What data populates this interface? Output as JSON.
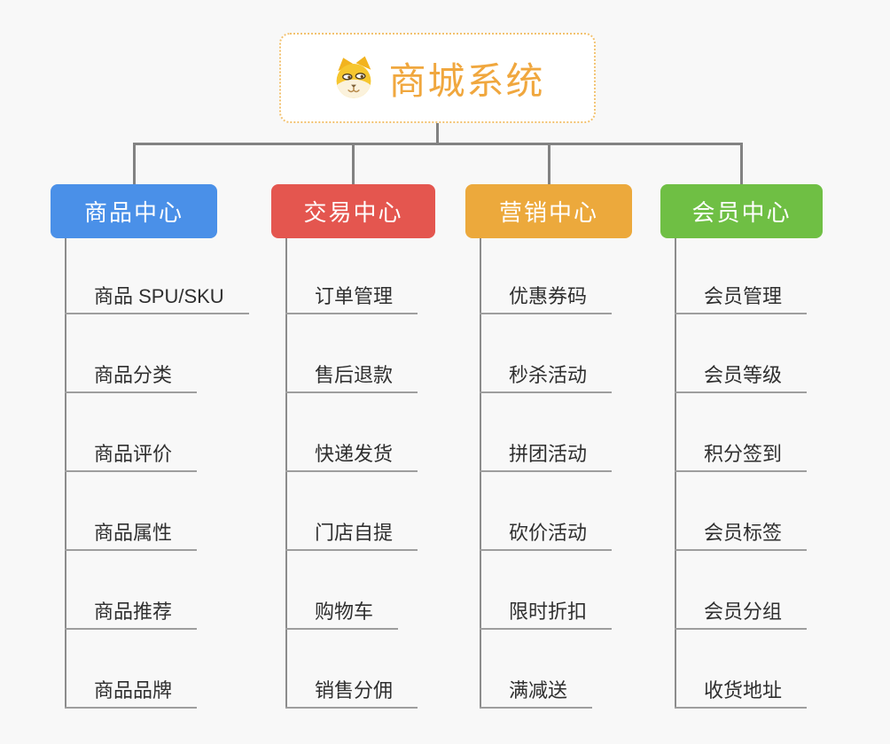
{
  "root": {
    "label": "商城系统",
    "icon": "dog-face-icon"
  },
  "branches": [
    {
      "id": "product-center",
      "label": "商品中心",
      "color": "#4A90E8",
      "children": [
        "商品 SPU/SKU",
        "商品分类",
        "商品评价",
        "商品属性",
        "商品推荐",
        "商品品牌"
      ]
    },
    {
      "id": "trade-center",
      "label": "交易中心",
      "color": "#E4564F",
      "children": [
        "订单管理",
        "售后退款",
        "快递发货",
        "门店自提",
        "购物车",
        "销售分佣"
      ]
    },
    {
      "id": "marketing-center",
      "label": "营销中心",
      "color": "#ECA93C",
      "children": [
        "优惠券码",
        "秒杀活动",
        "拼团活动",
        "砍价活动",
        "限时折扣",
        "满减送"
      ]
    },
    {
      "id": "member-center",
      "label": "会员中心",
      "color": "#6FBF44",
      "children": [
        "会员管理",
        "会员等级",
        "积分签到",
        "会员标签",
        "会员分组",
        "收货地址"
      ]
    }
  ],
  "colors": {
    "background": "#F8F8F8",
    "connector_line": "#828282",
    "leaf_underline": "#9E9E9E",
    "leaf_text": "#2F2F2F",
    "root_text": "#F0A73E",
    "root_border": "#F2C270",
    "root_background": "#FFFFFF",
    "branch_text": "#FFFFFF"
  }
}
